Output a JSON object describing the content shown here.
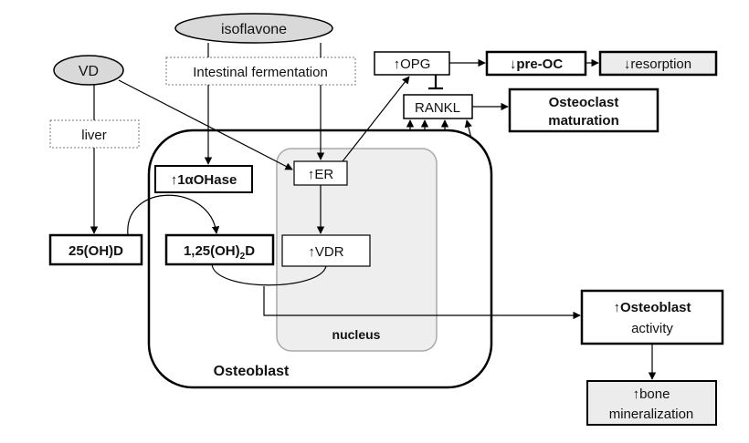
{
  "nodes": {
    "isoflavone": "isoflavone",
    "vd": "VD",
    "intestinal_fermentation": "Intestinal fermentation",
    "liver": "liver",
    "one_alpha_ohase": "↑1αOHase",
    "er": "↑ER",
    "vdr": "↑VDR",
    "d25": "25(OH)D",
    "d125_main": "1,25(OH)",
    "d125_sub": "2",
    "d125_tail": "D",
    "opg": "↑OPG",
    "pre_oc": "↓pre-OC",
    "resorption": "↓resorption",
    "rankl": "RANKL",
    "osteoclast_maturation_line1": "Osteoclast",
    "osteoclast_maturation_line2": "maturation",
    "osteoblast_activity_line1": "↑Osteoblast",
    "osteoblast_activity_line2": "activity",
    "bone_mineralization_line1": "↑bone",
    "bone_mineralization_line2": "mineralization"
  },
  "regions": {
    "osteoblast": "Osteoblast",
    "nucleus": "nucleus"
  },
  "colors": {
    "line": "#000000",
    "ellipse_fill": "#d9d9d9",
    "nucleus_fill": "#eeeeee",
    "nucleus_stroke": "#aaaaaa",
    "shaded_box": "#ececec"
  }
}
